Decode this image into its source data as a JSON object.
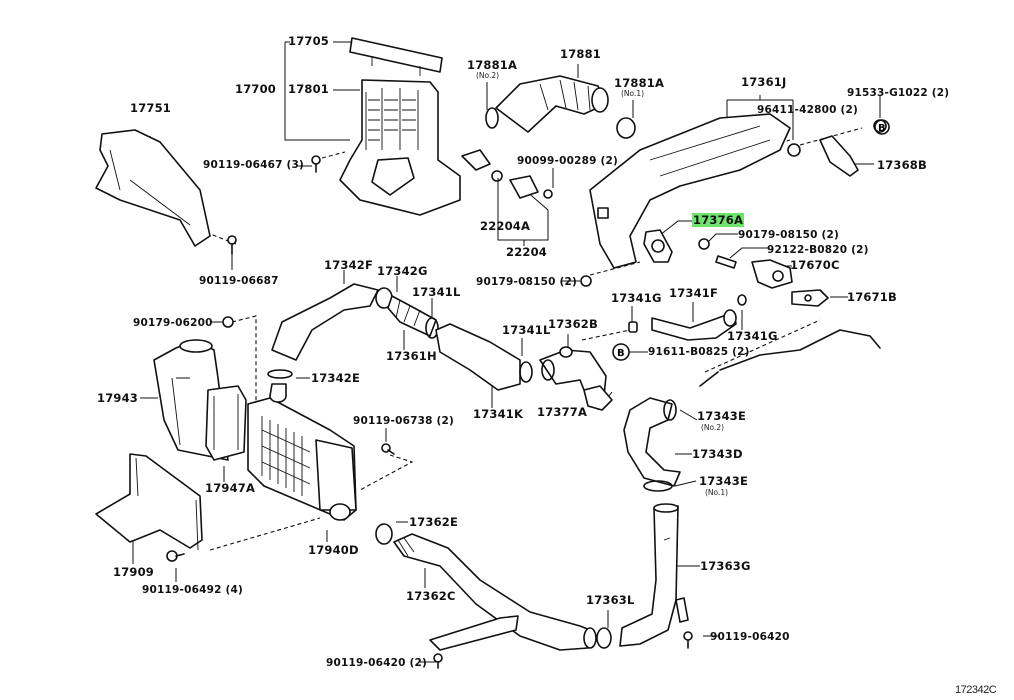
{
  "diagram": {
    "title": "Intake Air Duct / Intercooler Parts Diagram",
    "figure_code": "172342C",
    "highlight_color": "#6ee36e",
    "callout_symbol": "B",
    "labels": {
      "p17705": "17705",
      "p17700": "17700",
      "p17801": "17801",
      "p17751": "17751",
      "p90119_06467": "90119-06467 (3)",
      "p90119_06687": "90119-06687",
      "p17881A_no2": "17881A",
      "p17881A_no2_sub": "(No.2)",
      "p17881": "17881",
      "p17881A_no1": "17881A",
      "p17881A_no1_sub": "(No.1)",
      "p90099_00289": "90099-00289 (2)",
      "p22204A": "22204A",
      "p22204": "22204",
      "p17361J": "17361J",
      "p96411_42800": "96411-42800 (2)",
      "p91533_G1022": "91533-G1022 (2)",
      "p17368B": "17368B",
      "p17376A": "17376A",
      "p90179_08150_a": "90179-08150 (2)",
      "p92122_B0820": "92122-B0820 (2)",
      "p17670C": "17670C",
      "p90179_08150_b": "90179-08150 (2)",
      "p17671B": "17671B",
      "p17342F": "17342F",
      "p17342G": "17342G",
      "p17341L_a": "17341L",
      "p17361H": "17361H",
      "p90179_06200": "90179-06200",
      "p17342E": "17342E",
      "p17943": "17943",
      "p17341L_b": "17341L",
      "p17362B": "17362B",
      "p17341K": "17341K",
      "p17377A": "17377A",
      "p17341G_a": "17341G",
      "p17341F": "17341F",
      "p17341G_b": "17341G",
      "p91611_B0825": "91611-B0825 (2)",
      "p17343E_no2": "17343E",
      "p17343E_no2_sub": "(No.2)",
      "p17343D": "17343D",
      "p17343E_no1": "17343E",
      "p17343E_no1_sub": "(No.1)",
      "p90119_06738": "90119-06738 (2)",
      "p17947A": "17947A",
      "p17940D": "17940D",
      "p17909": "17909",
      "p90119_06492": "90119-06492 (4)",
      "p17362E": "17362E",
      "p17362C": "17362C",
      "p90119_06420_a": "90119-06420 (2)",
      "p17363G": "17363G",
      "p17363L": "17363L",
      "p90119_06420_b": "90119-06420"
    }
  }
}
